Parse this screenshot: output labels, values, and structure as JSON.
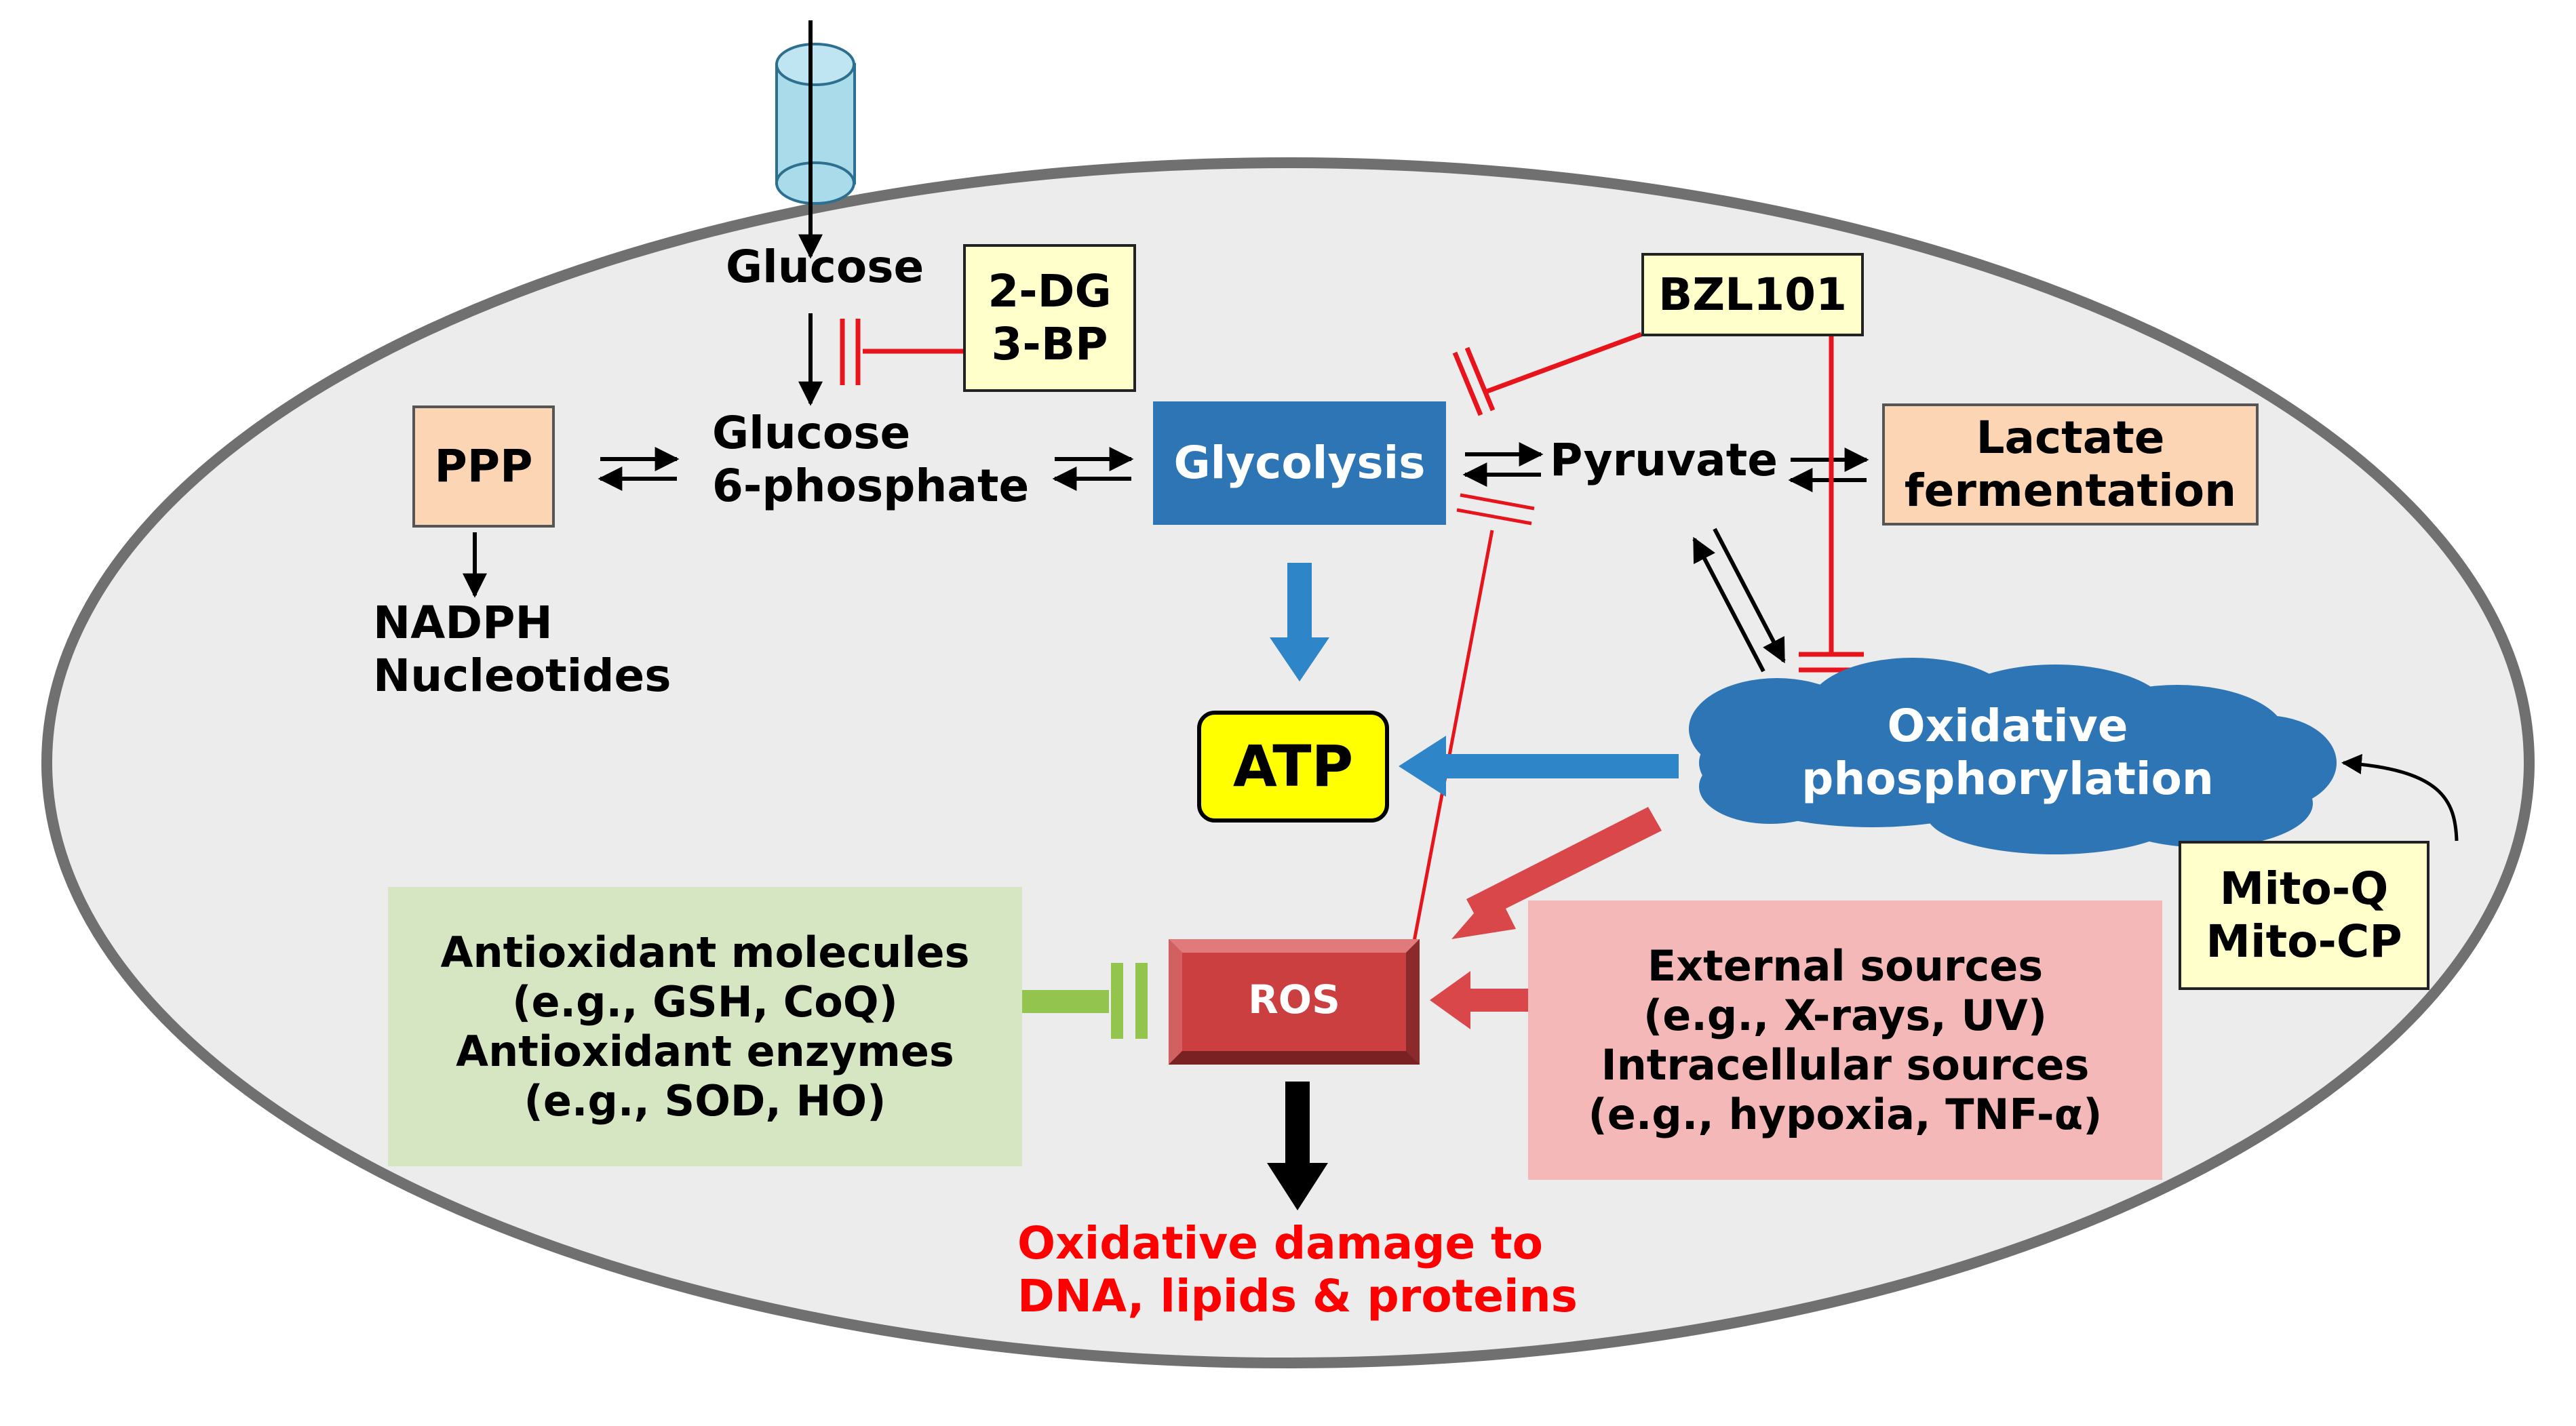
{
  "membrane": {
    "label": ""
  },
  "nodes": {
    "glucose": "Glucose",
    "g6p": {
      "line1": "Glucose",
      "line2": "6-phosphate"
    },
    "ppp": "PPP",
    "nadph": {
      "line1": "NADPH",
      "line2": "Nucleotides"
    },
    "glycolysis": "Glycolysis",
    "pyruvate": "Pyruvate",
    "lactate": {
      "line1": "Lactate",
      "line2": "fermentation"
    },
    "atp": "ATP",
    "oxphos": {
      "line1": "Oxidative",
      "line2": "phosphorylation"
    },
    "ros": "ROS",
    "damage": {
      "line1": "Oxidative damage to",
      "line2": "DNA, lipids & proteins"
    }
  },
  "inhibitors": {
    "dg": {
      "line1": "2-DG",
      "line2": "3-BP"
    },
    "bzl": "BZL101",
    "mito": {
      "line1": "Mito-Q",
      "line2": "Mito-CP"
    }
  },
  "sources": {
    "antioxidants": {
      "line1": "Antioxidant molecules",
      "line2": "(e.g., GSH, CoQ)",
      "line3": "Antioxidant enzymes",
      "line4": "(e.g., SOD, HO)"
    },
    "ros_sources": {
      "line1": "External sources",
      "line2": "(e.g., X-rays, UV)",
      "line3": "Intracellular sources",
      "line4": "(e.g., hypoxia, TNF-α)"
    }
  },
  "colors": {
    "cell_fill": "#ececec",
    "cell_border": "#707070",
    "glycolysis_fill": "#2e75b6",
    "blue_arrow": "#2e86c8",
    "inhibit_red": "#e8141b",
    "ros_fill": "#cc3f40",
    "ros_arrow": "#d9474a",
    "atp_fill": "#ffff00",
    "inhibitor_box": "#ffffcc",
    "orange_box": "#fcd5b5",
    "green_box": "#d6e6c2",
    "green_bar": "#92c44e",
    "pink_box": "#f4b8b9",
    "damage_text": "#ff0000",
    "channel_fill": "#a9dbeb"
  }
}
